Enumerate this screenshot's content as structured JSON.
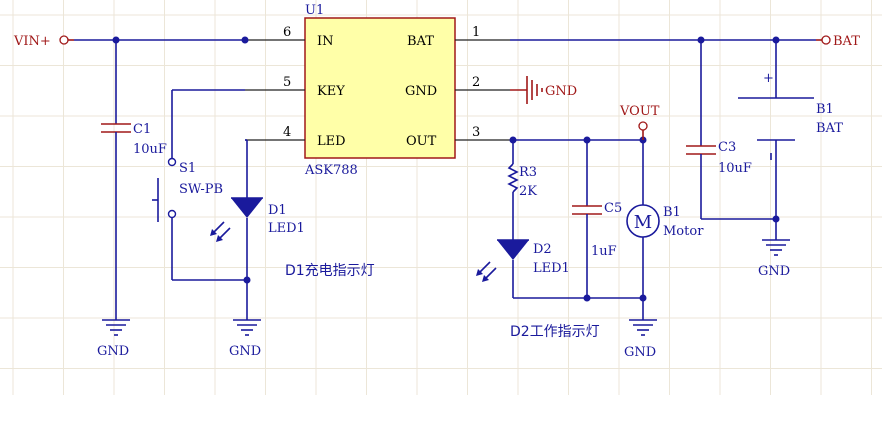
{
  "ic": {
    "designator": "U1",
    "part": "ASK788",
    "pins_left": [
      {
        "num": "6",
        "name": "IN"
      },
      {
        "num": "5",
        "name": "KEY"
      },
      {
        "num": "4",
        "name": "LED"
      }
    ],
    "pins_right": [
      {
        "num": "1",
        "name": "BAT"
      },
      {
        "num": "2",
        "name": "GND"
      },
      {
        "num": "3",
        "name": "OUT"
      }
    ],
    "fill_color": "#ffffa8"
  },
  "ports": {
    "vin": "VIN+",
    "bat": "BAT",
    "vout": "VOUT"
  },
  "gnd_label": "GND",
  "components": {
    "c1": {
      "ref": "C1",
      "value": "10uF"
    },
    "s1": {
      "ref": "S1",
      "value": "SW-PB"
    },
    "d1": {
      "ref": "D1",
      "value": "LED1"
    },
    "r3": {
      "ref": "R3",
      "value": "2K"
    },
    "d2": {
      "ref": "D2",
      "value": "LED1"
    },
    "c5": {
      "ref": "C5",
      "value": "1uF"
    },
    "motor": {
      "ref": "B1",
      "value": "Motor",
      "symbol": "M"
    },
    "c3": {
      "ref": "C3",
      "value": "10uF"
    },
    "battery": {
      "ref": "B1",
      "value": "BAT",
      "plus": "+"
    }
  },
  "annotations": {
    "d1_note": "D1充电指示灯",
    "d2_note": "D2工作指示灯"
  },
  "colors": {
    "wire": "#1a1a9c",
    "power": "#a01818",
    "grid": "#ece6d8"
  }
}
